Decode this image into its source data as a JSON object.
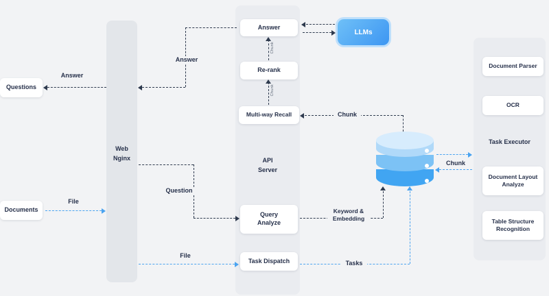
{
  "nodes": {
    "questions": "Questions",
    "documents": "Documents",
    "web_nginx": {
      "line1": "Web",
      "line2": "Nginx"
    },
    "api": {
      "answer": "Answer",
      "rerank": "Re-rank",
      "multiway_recall": "Multi-way Recall",
      "label1": "API",
      "label2": "Server",
      "query1": "Query",
      "query2": "Analyze",
      "task_dispatch": "Task Dispatch"
    },
    "llms": "LLMs",
    "executor": {
      "doc_parser": "Document Parser",
      "ocr": "OCR",
      "label": "Task Executor",
      "layout1": "Document Layout",
      "layout2": "Analyze",
      "table1": "Table Structure",
      "table2": "Recognition"
    }
  },
  "edges": {
    "answer_to_questions": "Answer",
    "answer_to_web": "Answer",
    "question": "Question",
    "file_upload": "File",
    "file_dispatch": "File",
    "tasks": "Tasks",
    "keyword1": "Keyword &",
    "keyword2": "Embedding",
    "chunk_recall": "Chunk",
    "chunk_db_executor": "Chunk",
    "chunk_rerank": "Chunk",
    "chunk_answer": "Chunk"
  },
  "colors": {
    "background": "#f2f3f5",
    "dark_arrow": "#2e3a4e",
    "blue_arrow": "#4aa3f0",
    "llms_blue": "#3d96f2",
    "db_top": "#d7ecfd",
    "db_band_light": "#b0d9f9",
    "db_band_mid": "#7cc2f5",
    "db_band_dark": "#41a5f2"
  }
}
